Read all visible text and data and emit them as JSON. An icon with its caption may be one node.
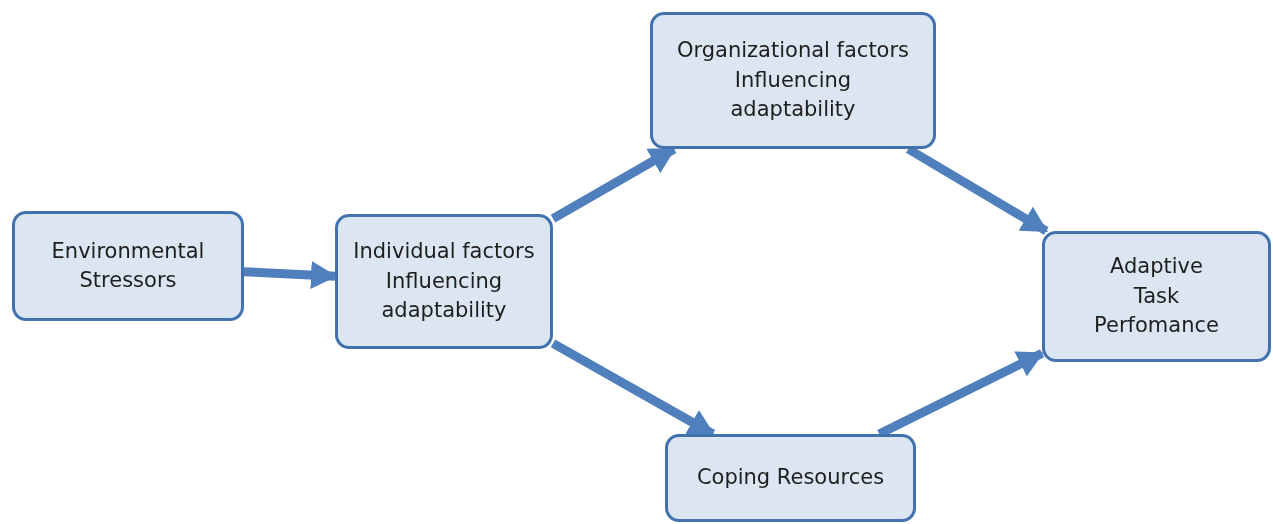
{
  "diagram": {
    "nodes": [
      {
        "text": [
          "Environmental Stressors"
        ]
      },
      {
        "text": [
          "Individual factors Influencing adaptability"
        ]
      },
      {
        "text": [
          "Organizational factors Influencing adaptability"
        ]
      },
      {
        "text": [
          "Coping Resources"
        ]
      },
      {
        "text": [
          "Adaptive Task Perfomance"
        ]
      }
    ],
    "edges": [
      {
        "from": 0,
        "to": 1,
        "arrow": "to"
      },
      {
        "from": 1,
        "to": 2,
        "arrow": "to"
      },
      {
        "from": 1,
        "to": 3,
        "arrow": "to"
      },
      {
        "from": 2,
        "to": 4,
        "arrow": "to"
      },
      {
        "from": 3,
        "to": 4,
        "arrow": "to"
      }
    ]
  }
}
